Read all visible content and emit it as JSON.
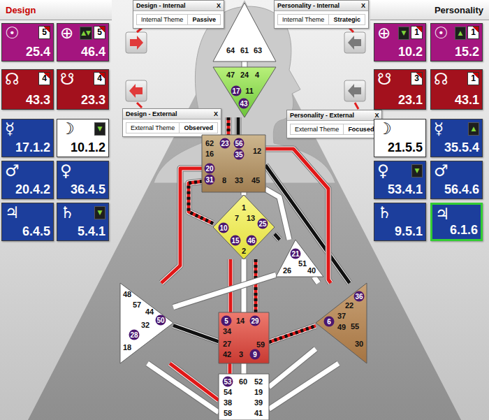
{
  "diagram": {
    "nodes": [
      {
        "text": [
          "Design"
        ]
      },
      {
        "text": [
          "Personality"
        ]
      },
      {
        "text": [
          "Design - Internal",
          "X",
          "Internal Theme",
          "Passive"
        ]
      },
      {
        "text": [
          "Personality - Internal",
          "X",
          "Internal Theme",
          "Strategic"
        ]
      },
      {
        "text": [
          "Design - External",
          "X",
          "External Theme",
          "Observed"
        ]
      },
      {
        "text": [
          "Personality - External",
          "X",
          "External Theme",
          "Focused"
        ]
      },
      {
        "text": [
          "☉",
          "25.4",
          "5"
        ]
      },
      {
        "text": [
          "⊕",
          "46.4",
          "▲▼",
          "5"
        ]
      },
      {
        "text": [
          "☊",
          "43.3",
          "4"
        ]
      },
      {
        "text": [
          "☋",
          "23.3",
          "4"
        ]
      },
      {
        "text": [
          "☿",
          "17.1.2"
        ]
      },
      {
        "text": [
          "☽",
          "10.1.2",
          "▼"
        ]
      },
      {
        "text": [
          "♂",
          "20.4.2"
        ]
      },
      {
        "text": [
          "♀",
          "36.4.5"
        ]
      },
      {
        "text": [
          "♃",
          "6.4.5"
        ]
      },
      {
        "text": [
          "♄",
          "5.4.1",
          "▼"
        ]
      },
      {
        "text": [
          "⊕",
          "10.2",
          "▼",
          "1"
        ]
      },
      {
        "text": [
          "☉",
          "15.2",
          "▲",
          "1"
        ]
      },
      {
        "text": [
          "☋",
          "23.1",
          "3"
        ]
      },
      {
        "text": [
          "☊",
          "43.1",
          "1"
        ]
      },
      {
        "text": [
          "☽",
          "21.5.5"
        ]
      },
      {
        "text": [
          "☿",
          "35.5.4",
          "▲"
        ]
      },
      {
        "text": [
          "♀",
          "53.4.1",
          "▼"
        ]
      },
      {
        "text": [
          "♂",
          "56.4.6"
        ]
      },
      {
        "text": [
          "♄",
          "9.5.1"
        ]
      },
      {
        "text": [
          "♃",
          "6.1.6"
        ]
      },
      {
        "text": [
          "64",
          "61",
          "63"
        ]
      },
      {
        "text": [
          "47",
          "24",
          "4",
          "17",
          "11",
          "43"
        ]
      },
      {
        "text": [
          "62",
          "23",
          "56",
          "16",
          "35",
          "12",
          "20",
          "31",
          "8",
          "33",
          "45"
        ]
      },
      {
        "text": [
          "1",
          "7",
          "13",
          "10",
          "25",
          "15",
          "46",
          "2"
        ]
      },
      {
        "text": [
          "21",
          "51",
          "26",
          "40"
        ]
      },
      {
        "text": [
          "48",
          "57",
          "44",
          "50",
          "32",
          "28",
          "18"
        ]
      },
      {
        "text": [
          "5",
          "14",
          "29",
          "34",
          "59",
          "27",
          "42",
          "3",
          "9"
        ]
      },
      {
        "text": [
          "36",
          "22",
          "6",
          "37",
          "49",
          "55",
          "30"
        ]
      },
      {
        "text": [
          "53",
          "60",
          "52",
          "54",
          "19",
          "38",
          "39",
          "58",
          "41"
        ]
      }
    ],
    "edges": [
      {
        "from": 26,
        "to": 27,
        "arrow": "none"
      },
      {
        "from": 27,
        "to": 28,
        "arrow": "none"
      },
      {
        "from": 27,
        "to": 28,
        "arrow": "none"
      },
      {
        "from": 28,
        "to": 29,
        "arrow": "none"
      },
      {
        "from": 28,
        "to": 31,
        "arrow": "none"
      },
      {
        "from": 29,
        "to": 28,
        "arrow": "none"
      },
      {
        "from": 28,
        "to": 33,
        "arrow": "none"
      },
      {
        "from": 28,
        "to": 33,
        "arrow": "none"
      },
      {
        "from": 28,
        "to": 30,
        "arrow": "none"
      },
      {
        "from": 29,
        "to": 30,
        "arrow": "none"
      },
      {
        "from": 29,
        "to": 32,
        "arrow": "none"
      },
      {
        "from": 29,
        "to": 32,
        "arrow": "none"
      },
      {
        "from": 29,
        "to": 32,
        "arrow": "none"
      },
      {
        "from": 30,
        "to": 33,
        "arrow": "none"
      },
      {
        "from": 30,
        "to": 31,
        "arrow": "none"
      },
      {
        "from": 31,
        "to": 32,
        "arrow": "none"
      },
      {
        "from": 32,
        "to": 33,
        "arrow": "none"
      },
      {
        "from": 31,
        "to": 34,
        "arrow": "none"
      },
      {
        "from": 31,
        "to": 34,
        "arrow": "none"
      },
      {
        "from": 32,
        "to": 34,
        "arrow": "none"
      },
      {
        "from": 32,
        "to": 34,
        "arrow": "none"
      },
      {
        "from": 33,
        "to": 34,
        "arrow": "none"
      },
      {
        "from": 33,
        "to": 34,
        "arrow": "none"
      }
    ]
  }
}
